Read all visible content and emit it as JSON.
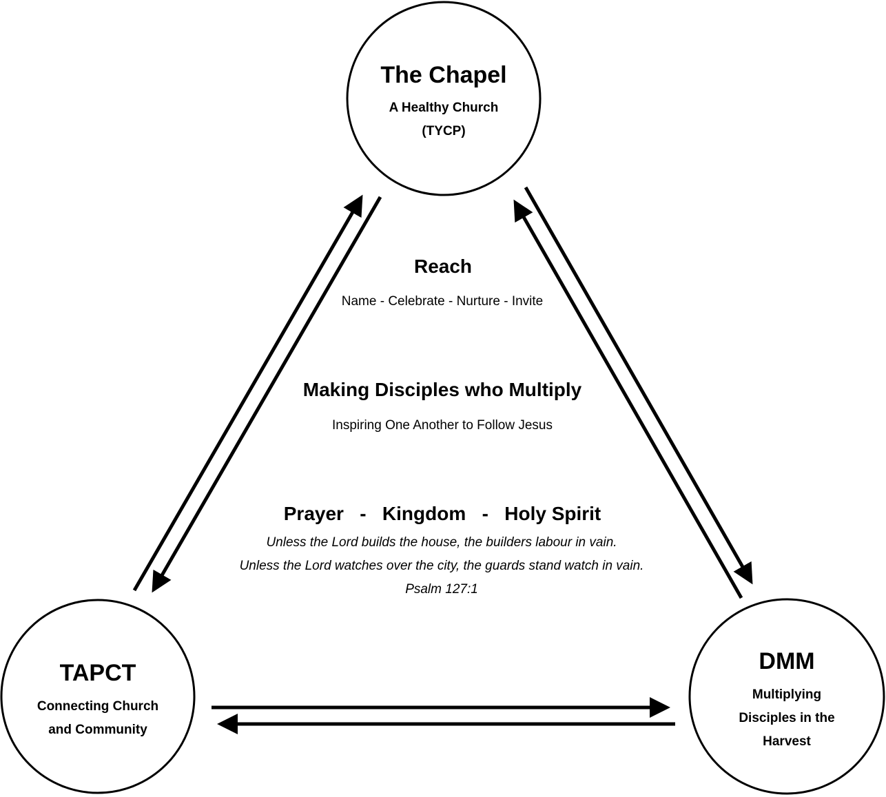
{
  "nodes": {
    "chapel": {
      "title": "The Chapel",
      "subtitle_lines": [
        "A Healthy Church",
        "(TYCP)"
      ]
    },
    "tapct": {
      "title": "TAPCT",
      "subtitle_lines": [
        "Connecting Church",
        "and Community"
      ]
    },
    "dmm": {
      "title": "DMM",
      "subtitle_lines": [
        "Multiplying",
        "Disciples in the",
        "Harvest"
      ]
    }
  },
  "center": {
    "reach": {
      "heading": "Reach",
      "subtitle": "Name - Celebrate - Nurture - Invite"
    },
    "mission": {
      "heading": "Making Disciples who Multiply",
      "subtitle": "Inspiring One Another to Follow Jesus"
    },
    "foundations": {
      "heading": "Prayer   -   Kingdom   -   Holy Spirit",
      "verse_lines": [
        "Unless the Lord builds the house, the builders labour in vain.",
        "Unless the Lord watches over the city, the guards stand watch in vain."
      ],
      "reference": "Psalm 127:1"
    }
  },
  "connections": [
    {
      "from": "tapct",
      "to": "chapel"
    },
    {
      "from": "chapel",
      "to": "tapct"
    },
    {
      "from": "chapel",
      "to": "dmm"
    },
    {
      "from": "dmm",
      "to": "chapel"
    },
    {
      "from": "tapct",
      "to": "dmm"
    },
    {
      "from": "dmm",
      "to": "tapct"
    }
  ],
  "colors": {
    "stroke": "#000000",
    "background": "#ffffff"
  }
}
